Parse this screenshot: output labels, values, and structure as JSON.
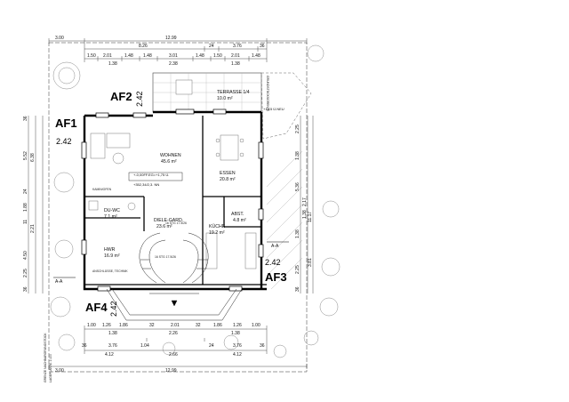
{
  "dimensions_top": {
    "overall": "12.99",
    "left_outer": "3.00",
    "row2": [
      "8.26",
      "24",
      "3.76",
      "36"
    ],
    "row3": [
      "1.50",
      "2.01",
      "1.48",
      "1.48",
      "3.01",
      "1.48",
      "1.50",
      "2.01",
      "1.48"
    ],
    "row3_sub": [
      "1.38",
      "2.38",
      "1.38"
    ]
  },
  "dimensions_bottom": {
    "row1": [
      "1.00",
      "1.26",
      "1.86",
      "32",
      "2.01",
      "32",
      "1.86",
      "1.26",
      "1.00"
    ],
    "row1_sub": [
      "1.38",
      "2.26",
      "1.38"
    ],
    "row2": [
      "36",
      "3.76",
      "1.04",
      "24",
      "3.76",
      "36"
    ],
    "row2_sub": [
      "4.12",
      "2.66",
      "4.12"
    ],
    "overall": "12.99",
    "left_outer": "3.00"
  },
  "dimensions_left": [
    "36",
    "5.52",
    "6.38",
    "24",
    "1.88",
    "11",
    "2.21",
    "4.50",
    "2.25",
    "36"
  ],
  "dimensions_right": [
    "2.25",
    "1.38",
    "5.36",
    "1.38",
    "11.17",
    "2.17",
    "1.38",
    "2.25",
    "3.81",
    "36"
  ],
  "areas": {
    "af1": {
      "label": "AF1",
      "value": "2.42"
    },
    "af2": {
      "label": "AF2",
      "value": "2.42"
    },
    "af3": {
      "label": "AF3",
      "value": "2.42"
    },
    "af4": {
      "label": "AF4",
      "value": "2.42"
    }
  },
  "rooms": {
    "wohnen": {
      "name": "WOHNEN",
      "area": "45.6 m²"
    },
    "essen": {
      "name": "ESSEN",
      "area": "20.8 m²"
    },
    "terrasse": {
      "name": "TERRASSE 1/4",
      "area": "10.0 m²"
    },
    "terrasse_note": "+1.15 Ü.NEU",
    "du_wc": {
      "name": "DU-WC",
      "area": "7.1 m²"
    },
    "hwr": {
      "name": "HWR",
      "area": "16.9 m²"
    },
    "diele": {
      "name": "DIELE-GARD.",
      "area": "23.6 m²"
    },
    "kueche": {
      "name": "KÜCHE",
      "area": "19.2 m²"
    },
    "abst": {
      "name": "ABST.",
      "area": "4.8 m²"
    }
  },
  "labels": {
    "section_left": "A-A",
    "section_right": "A-A",
    "level_box": "+-0,00FF.EG=+1,75 Ü.",
    "level_box_sub": "+352,34/2,3. NN",
    "anschluesse": "ANSCHLÜSSE, TECHNIK",
    "kamin": "KAMIN/OFEN",
    "stairs_note_a": "16 STG 17.5/26",
    "stairs_note_b": "16 STG 17.5/26",
    "boundary_top": "GRUNDSTÜCKSGRENZE",
    "boundary_left": "GRENZE NACHBARGRUNDSTÜCK",
    "lageplan": "LAGEPLAN M. 1:100"
  }
}
